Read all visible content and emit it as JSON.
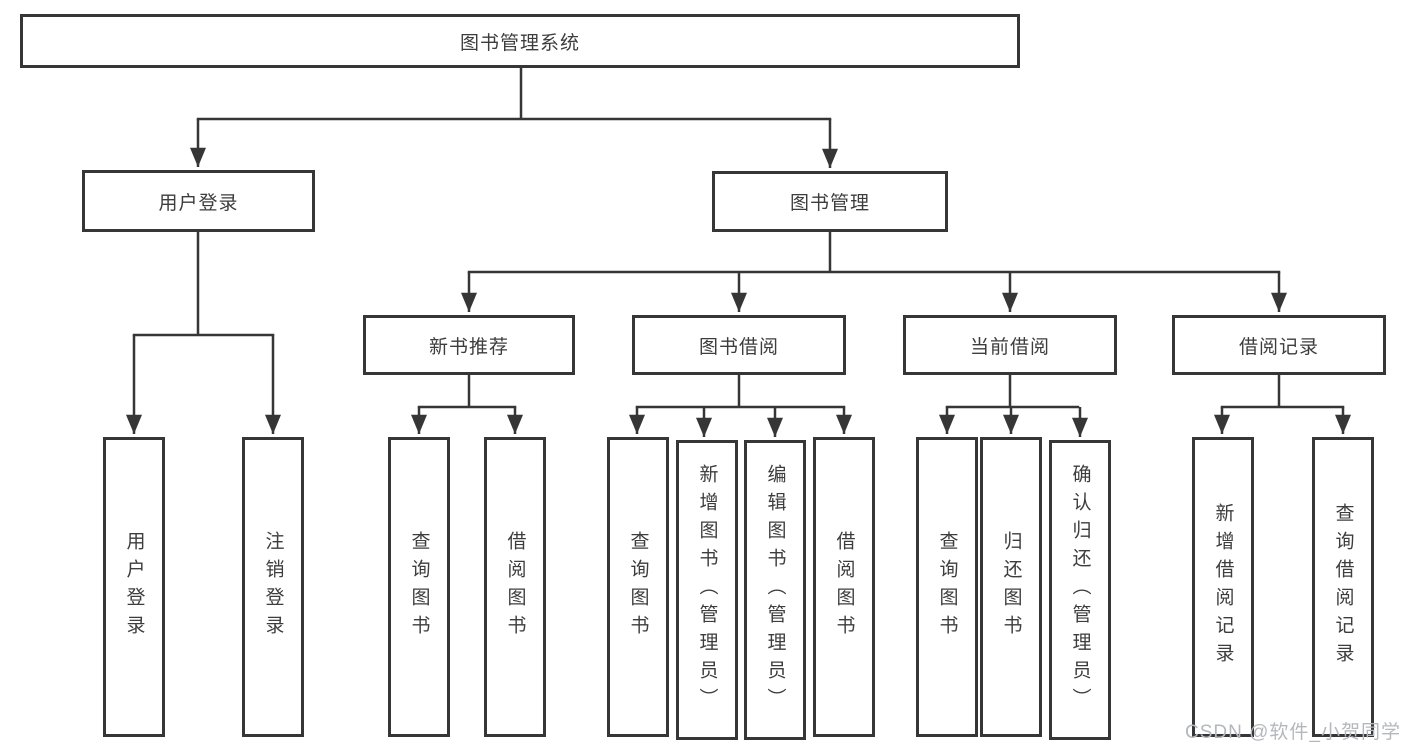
{
  "watermark": "CSDN @软件_小贺同学",
  "colors": {
    "line": "#363636",
    "text": "#3d3d3d",
    "background": "#ffffff",
    "watermark": "#b4b8be"
  },
  "tree": {
    "label": "图书管理系统",
    "children": [
      {
        "label": "用户登录",
        "children": [
          {
            "label": "用户登录"
          },
          {
            "label": "注销登录"
          }
        ]
      },
      {
        "label": "图书管理",
        "children": [
          {
            "label": "新书推荐",
            "children": [
              {
                "label": "查询图书"
              },
              {
                "label": "借阅图书"
              }
            ]
          },
          {
            "label": "图书借阅",
            "children": [
              {
                "label": "查询图书"
              },
              {
                "label": "新增图书（管理员）"
              },
              {
                "label": "编辑图书（管理员）"
              },
              {
                "label": "借阅图书"
              }
            ]
          },
          {
            "label": "当前借阅",
            "children": [
              {
                "label": "查询图书"
              },
              {
                "label": "归还图书"
              },
              {
                "label": "确认归还（管理员）"
              }
            ]
          },
          {
            "label": "借阅记录",
            "children": [
              {
                "label": "新增借阅记录"
              },
              {
                "label": "查询借阅记录"
              }
            ]
          }
        ]
      }
    ]
  }
}
